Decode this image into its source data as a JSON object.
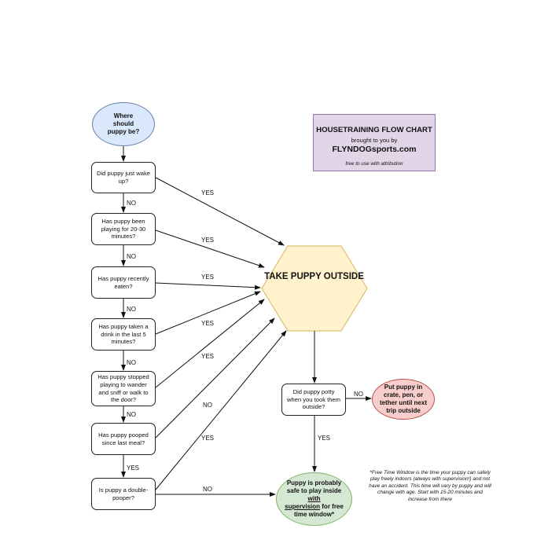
{
  "nodes": {
    "start": "Where should puppy be?",
    "q_wake": "Did puppy just wake up?",
    "q_play": "Has puppy been playing for 20-30 minutes?",
    "q_eaten": "Has puppy recently eaten?",
    "q_drink": "Has puppy taken a drink in the last 5 minutes?",
    "q_wander": "Has puppy stopped playing to wander and sniff or walk to the door?",
    "q_pooped": "Has puppy pooped since last meal?",
    "q_double": "Is puppy a double-pooper?",
    "take_outside": "TAKE PUPPY OUTSIDE",
    "q_potty": "Did puppy potty when you took them outside?",
    "crate": "Put puppy in crate, pen, or tether until next trip outside",
    "safe_pre": "Puppy is probably safe to play inside ",
    "safe_u1": "with",
    "safe_u2": "supervision",
    "safe_post": " for free time window*"
  },
  "labels": {
    "yes": "YES",
    "no": "NO"
  },
  "info": {
    "title": "HOUSETRAINING FLOW CHART",
    "subtitle": "brought to you by",
    "site": "FLYNDOGsports.com",
    "note": "free to use with attribution"
  },
  "footnote": "*Free Time Window is the time your puppy can safely play freely indoors (always with supervision!) and not have an accident. This time will vary by puppy and will change with age. Start with 15-20 minutes and increase from there",
  "colors": {
    "start_fill": "#dae8fc",
    "action_fill": "#fff2cc",
    "stop_fill": "#f8cecc",
    "safe_fill": "#d5e8d4",
    "info_fill": "#e1d5e7"
  }
}
